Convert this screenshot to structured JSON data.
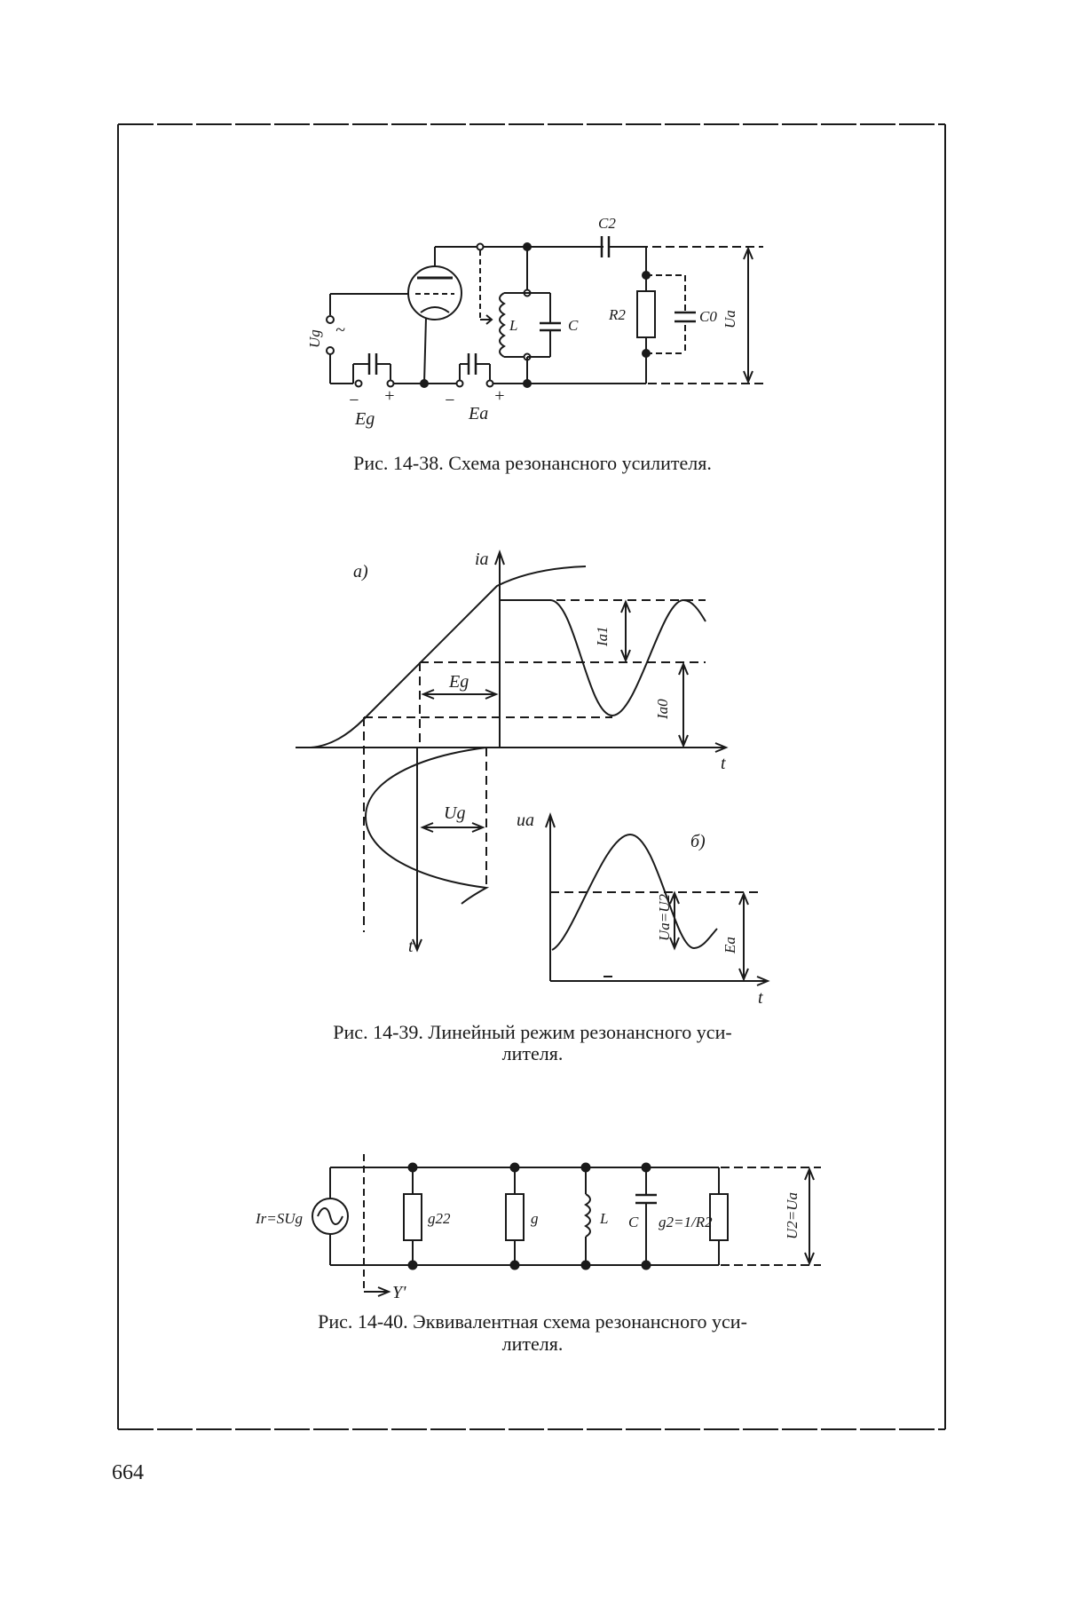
{
  "page_number": "664",
  "figures": {
    "fig38": {
      "caption": "Рис. 14-38. Схема резонансного усилителя.",
      "labels": {
        "c2": "C2",
        "c": "C",
        "c0": "C0",
        "r2": "R2",
        "l": "L",
        "ua": "Ua",
        "ug": "Ug",
        "eg": "Eg",
        "ea": "Ea",
        "minus": "−",
        "plus": "+",
        "tilde": "~"
      }
    },
    "fig39": {
      "caption_line1": "Рис. 14-39. Линейный режим резонансного уси-",
      "caption_line2": "лителя.",
      "labels": {
        "part_a": "a)",
        "part_b": "б)",
        "ia": "ia",
        "t": "t",
        "t_down": "t",
        "t_b": "t",
        "ia1": "Ia1",
        "ia0": "Ia0",
        "eg": "Eg",
        "ug": "Ug",
        "ua": "ua",
        "ua_eq": "Ua=U2",
        "ea": "Ea"
      }
    },
    "fig40": {
      "caption_line1": "Рис. 14-40. Эквивалентная схема резонансного уси-",
      "caption_line2": "лителя.",
      "labels": {
        "source": "Ir=SUg",
        "g22": "g22",
        "g": "g",
        "l": "L",
        "c": "C",
        "g2": "g2=1/R2",
        "u2": "U2=Ua",
        "y": "Y'"
      }
    }
  }
}
